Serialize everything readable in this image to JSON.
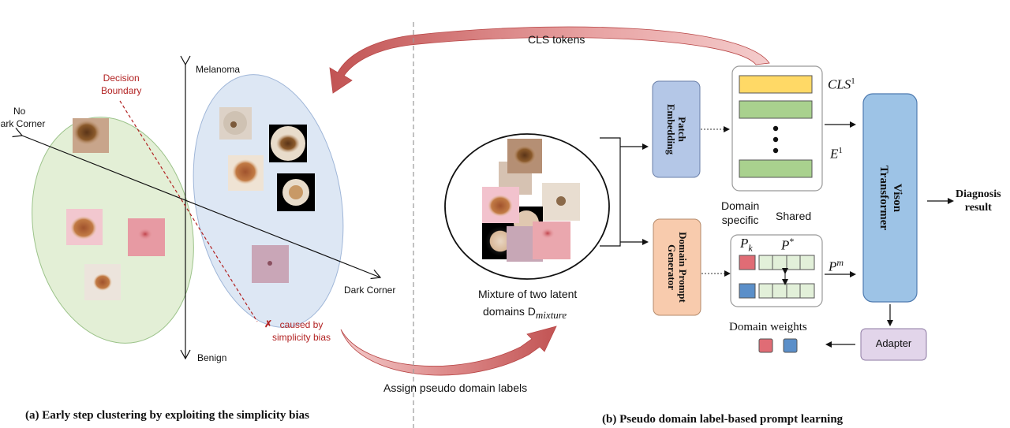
{
  "left_panel": {
    "axis_top_label": "Melanoma",
    "axis_bottom_label": "Benign",
    "axis_upper_left_label": "No\nDark Corner",
    "axis_lower_right_label": "Dark Corner",
    "decision_boundary_label": "Decision\nBoundary",
    "bias_mark": "✗",
    "bias_label": "caused by\nsimplicity bias",
    "assign_label": "Assign pseudo domain labels",
    "caption": "(a)  Early step clustering by exploiting the simplicity bias"
  },
  "right_panel": {
    "cls_tokens_label": "CLS tokens",
    "mixture_label_line1": "Mixture of two latent",
    "mixture_label_line2": "domains D",
    "mixture_subscript": "mixture",
    "patch_embedding_label": "Patch\nEmbedding",
    "domain_prompt_generator_label": "Domain Prompt\nGenerator",
    "cls_superscript_label": "CLS",
    "cls_superscript": "1",
    "e_label": "E",
    "e_superscript": "1",
    "domain_specific_label": "Domain\nspecific",
    "shared_label": "Shared",
    "pk_label": "P",
    "pk_subscript": "k",
    "pstar_label": "P",
    "pstar_superscript": "*",
    "pm_label": "P",
    "pm_superscript": "m",
    "vit_label": "Vison\nTransformer",
    "diagnosis_label": "Diagnosis\nresult",
    "domain_weights_label": "Domain weights",
    "adapter_label": "Adapter",
    "caption": "(b) Pseudo domain label-based prompt learning"
  },
  "colors": {
    "green_cluster": "#e3efd6",
    "blue_cluster": "#dde7f4",
    "red_accent": "#b22222",
    "patch_box": "#b4c7e7",
    "prompt_box": "#f8cbad",
    "vit_box": "#9dc3e6",
    "adapter_box": "#e2d5ea",
    "cls_token": "#ffd966",
    "token_green": "#a9d18e",
    "prompt_cell": "#e2f0d9",
    "domain_red": "#e06c75",
    "domain_blue": "#5b8fc9"
  }
}
